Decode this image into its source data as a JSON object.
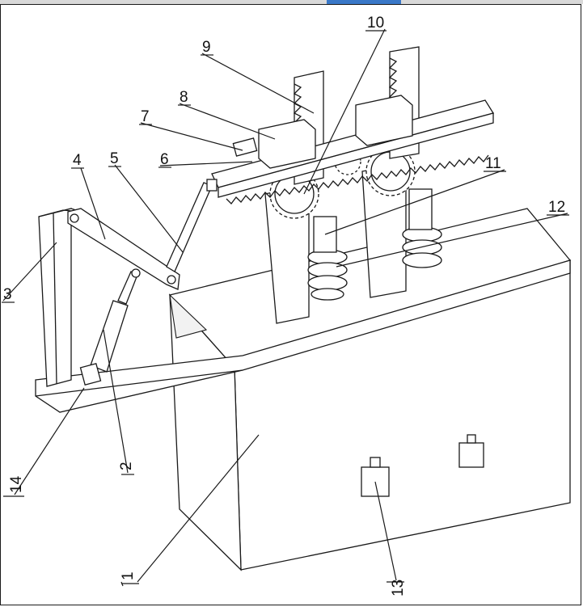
{
  "diagram": {
    "callouts": [
      {
        "id": "c1",
        "text": "1"
      },
      {
        "id": "c2",
        "text": "2"
      },
      {
        "id": "c3",
        "text": "3"
      },
      {
        "id": "c4",
        "text": "4"
      },
      {
        "id": "c5",
        "text": "5"
      },
      {
        "id": "c6",
        "text": "6"
      },
      {
        "id": "c7",
        "text": "7"
      },
      {
        "id": "c8",
        "text": "8"
      },
      {
        "id": "c9",
        "text": "9"
      },
      {
        "id": "c10",
        "text": "10"
      },
      {
        "id": "c11",
        "text": "11"
      },
      {
        "id": "c12",
        "text": "12"
      },
      {
        "id": "c13",
        "text": "13"
      },
      {
        "id": "c14",
        "text": "14"
      }
    ]
  },
  "colors": {
    "line": "#1a1a1a",
    "background": "#ffffff",
    "tab_accent": "#3a78c8"
  }
}
